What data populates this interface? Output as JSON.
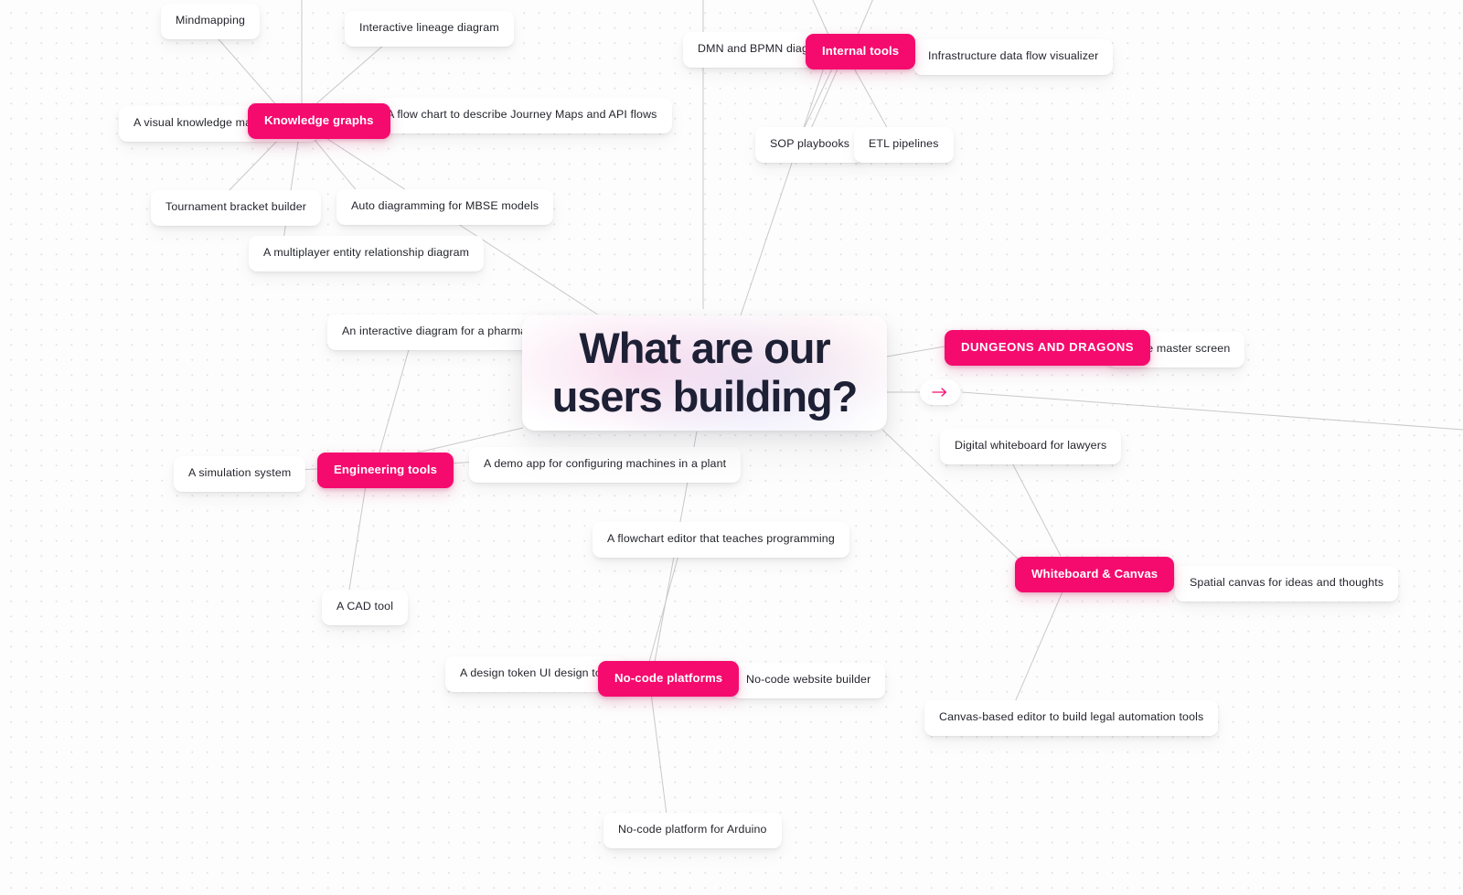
{
  "board": {
    "background_color": "#fdfdfd",
    "dot_color": "#e3e3e6",
    "edge_color": "#c9c9cd",
    "accent_color": "#f50a6e",
    "text_color": "#23242c",
    "hero_text_color": "#1e2035"
  },
  "center": {
    "line1": "What are our",
    "line2": "users building?"
  },
  "expand_button": {
    "icon": "arrow-right-icon",
    "glyph": "→"
  },
  "categories": [
    {
      "id": "knowledge-graphs",
      "label": "Knowledge graphs"
    },
    {
      "id": "internal-tools",
      "label": "Internal tools"
    },
    {
      "id": "dungeons-and-dragons",
      "label": "DUNGEONS AND DRAGONS"
    },
    {
      "id": "engineering-tools",
      "label": "Engineering tools"
    },
    {
      "id": "whiteboard-canvas",
      "label": "Whiteboard & Canvas"
    },
    {
      "id": "no-code-platforms",
      "label": "No-code platforms"
    }
  ],
  "ideas": [
    {
      "id": "mindmapping",
      "label": "Mindmapping",
      "parent": "knowledge-graphs"
    },
    {
      "id": "interactive-lineage",
      "label": "Interactive lineage diagram",
      "parent": "knowledge-graphs"
    },
    {
      "id": "visual-knowledge-mgmt",
      "label": "A visual knowledge management",
      "parent": "knowledge-graphs"
    },
    {
      "id": "journey-maps-flowchart",
      "label": "A flow chart to describe Journey Maps and API flows",
      "parent": "knowledge-graphs"
    },
    {
      "id": "tournament-bracket",
      "label": "Tournament bracket builder",
      "parent": "knowledge-graphs"
    },
    {
      "id": "auto-diagramming-mbse",
      "label": "Auto diagramming for MBSE models",
      "parent": "knowledge-graphs"
    },
    {
      "id": "multiplayer-erd",
      "label": "A multiplayer entity relationship diagram",
      "parent": "knowledge-graphs"
    },
    {
      "id": "dmn-bpmn-editor",
      "label": "DMN and BPMN diagram editor",
      "parent": "internal-tools"
    },
    {
      "id": "infra-data-flow",
      "label": "Infrastructure data flow visualizer",
      "parent": "internal-tools"
    },
    {
      "id": "sop-playbooks",
      "label": "SOP playbooks",
      "parent": "internal-tools"
    },
    {
      "id": "etl-pipelines",
      "label": "ETL pipelines",
      "parent": "internal-tools"
    },
    {
      "id": "game-master-screen",
      "label": "Game master screen",
      "parent": "dungeons-and-dragons"
    },
    {
      "id": "pharma-diagram",
      "label": "An interactive diagram for a pharmaceutical project",
      "parent": "engineering-tools"
    },
    {
      "id": "simulation-system",
      "label": "A simulation system",
      "parent": "engineering-tools"
    },
    {
      "id": "machines-demo-app",
      "label": "A demo app for configuring machines in a plant",
      "parent": "engineering-tools"
    },
    {
      "id": "cad-tool",
      "label": "A CAD tool",
      "parent": "engineering-tools"
    },
    {
      "id": "digital-whiteboard-lawyers",
      "label": "Digital whiteboard for lawyers",
      "parent": "whiteboard-canvas"
    },
    {
      "id": "spatial-canvas",
      "label": "Spatial canvas for ideas and thoughts",
      "parent": "whiteboard-canvas"
    },
    {
      "id": "legal-automation-canvas",
      "label": "Canvas-based editor to build legal automation tools",
      "parent": "whiteboard-canvas"
    },
    {
      "id": "flowchart-teaches-programming",
      "label": "A flowchart editor that teaches programming",
      "parent": "no-code-platforms"
    },
    {
      "id": "design-token-tool",
      "label": "A design token UI design tool",
      "parent": "no-code-platforms"
    },
    {
      "id": "no-code-website-builder",
      "label": "No-code website builder",
      "parent": "no-code-platforms"
    },
    {
      "id": "no-code-arduino",
      "label": "No-code platform for Arduino",
      "parent": "no-code-platforms"
    }
  ]
}
